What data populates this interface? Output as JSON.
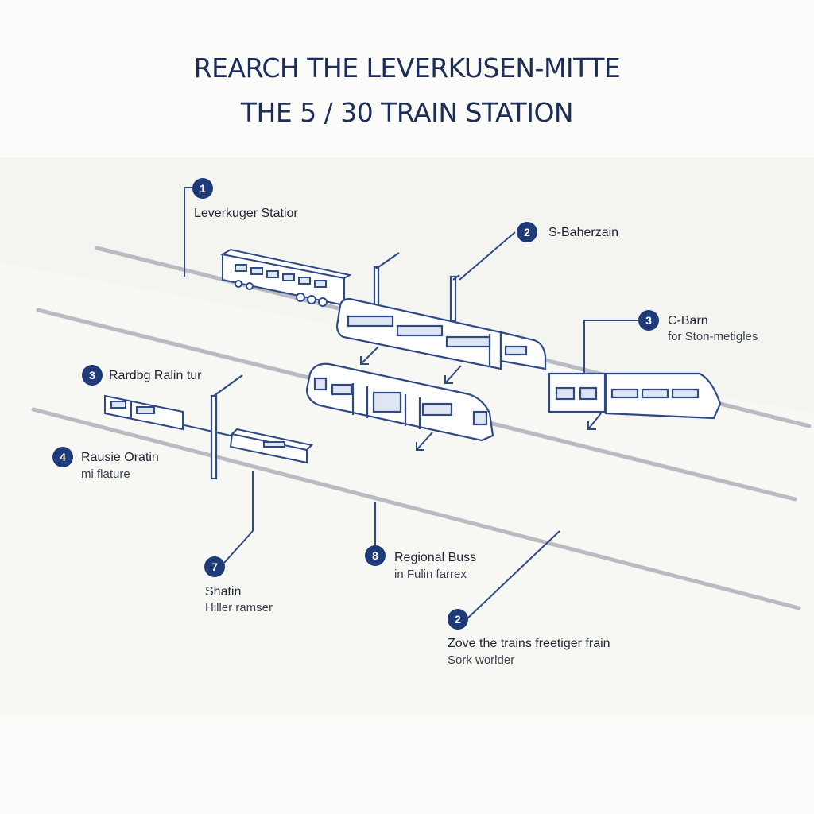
{
  "title": {
    "line1": "REARCH THE LEVERKUSEN-MITTE",
    "line2": "THE 5 / 30 TRAIN STATION"
  },
  "colors": {
    "navy": "#1e3a78",
    "ink": "#1c2d5a",
    "track": "#b8bcc2",
    "background": "#fbfbfa"
  },
  "callouts": [
    {
      "id": "c1",
      "number": "1",
      "label": "Leverkuger Statior",
      "sub": ""
    },
    {
      "id": "c2",
      "number": "2",
      "label": "S-Baherzain",
      "sub": ""
    },
    {
      "id": "c3",
      "number": "3",
      "label": "C-Barn",
      "sub": "for Ston-metigles"
    },
    {
      "id": "c4",
      "number": "3",
      "label": "Rardbg Ralin tur",
      "sub": ""
    },
    {
      "id": "c5",
      "number": "4",
      "label": "Rausie Oratin",
      "sub": "mi flature"
    },
    {
      "id": "c6",
      "number": "7",
      "label": "Shatin",
      "sub": "Hiller ramser"
    },
    {
      "id": "c7",
      "number": "8",
      "label": "Regional Buss",
      "sub": "in Fulin farrex"
    },
    {
      "id": "c8",
      "number": "2",
      "label": "Zove the trains freetiger frain",
      "sub": "Sork worlder"
    }
  ]
}
